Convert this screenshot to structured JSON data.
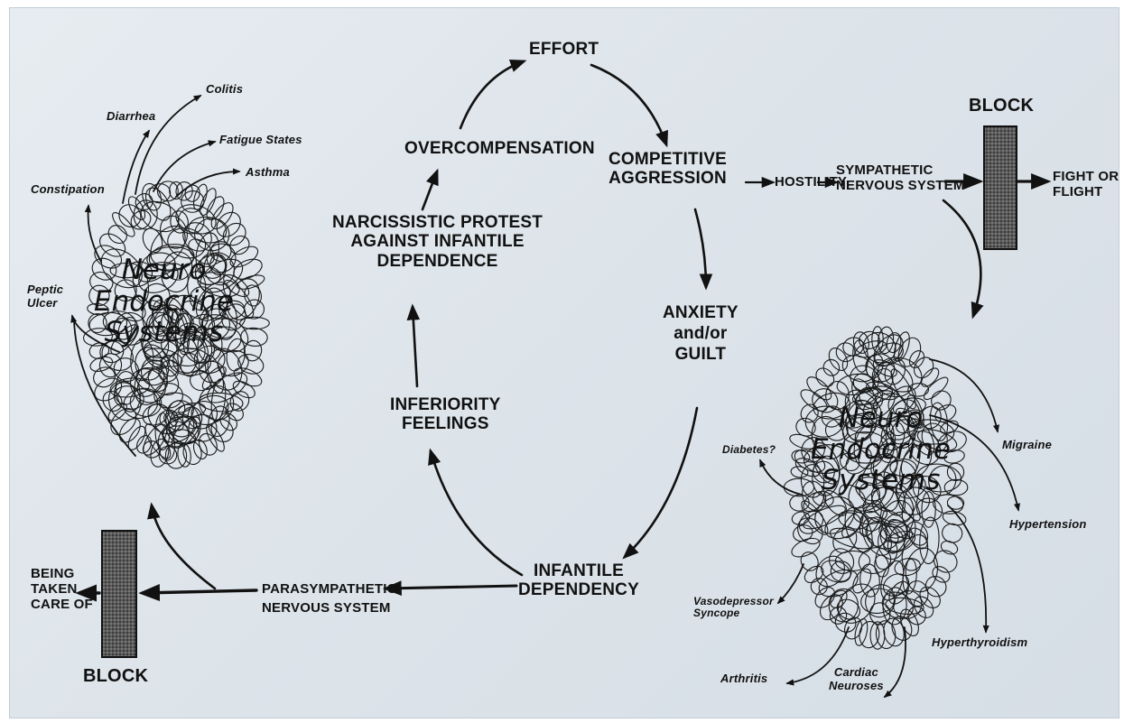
{
  "cycle": {
    "effort": "EFFORT",
    "competitive_aggression": [
      "COMPETITIVE",
      "AGGRESSION"
    ],
    "anxiety_guilt": [
      "ANXIETY",
      "and/or",
      "GUILT"
    ],
    "infantile_dependency": [
      "INFANTILE",
      "DEPENDENCY"
    ],
    "inferiority_feelings": [
      "INFERIORITY",
      "FEELINGS"
    ],
    "narcissistic_protest": [
      "NARCISSISTIC PROTEST",
      "AGAINST INFANTILE",
      "DEPENDENCE"
    ],
    "overcompensation": "OVERCOMPENSATION"
  },
  "right_branch": {
    "hostility": "HOSTILITY",
    "sympathetic": [
      "SYMPATHETIC",
      "NERVOUS SYSTEM"
    ],
    "block": "BLOCK",
    "fight_or_flight": [
      "FIGHT OR",
      "FLIGHT"
    ]
  },
  "left_branch": {
    "parasympathetic": [
      "PARASYMPATHETIC",
      "NERVOUS SYSTEM"
    ],
    "block": "BLOCK",
    "being_taken_care_of": [
      "BEING",
      "TAKEN",
      "CARE OF"
    ]
  },
  "neuro_endocrine": [
    "Neuro",
    "Endocrine",
    "Systems"
  ],
  "left_disorders": {
    "colitis": "Colitis",
    "diarrhea": "Diarrhea",
    "fatigue_states": "Fatigue States",
    "asthma": "Asthma",
    "constipation": "Constipation",
    "peptic_ulcer": [
      "Peptic",
      "Ulcer"
    ]
  },
  "right_disorders": {
    "diabetes": "Diabetes?",
    "migraine": "Migraine",
    "hypertension": "Hypertension",
    "hyperthyroidism": "Hyperthyroidism",
    "vasodepressor_syncope": [
      "Vasodepressor",
      "Syncope"
    ],
    "arthritis": "Arthritis",
    "cardiac_neuroses": [
      "Cardiac",
      "Neuroses"
    ]
  }
}
